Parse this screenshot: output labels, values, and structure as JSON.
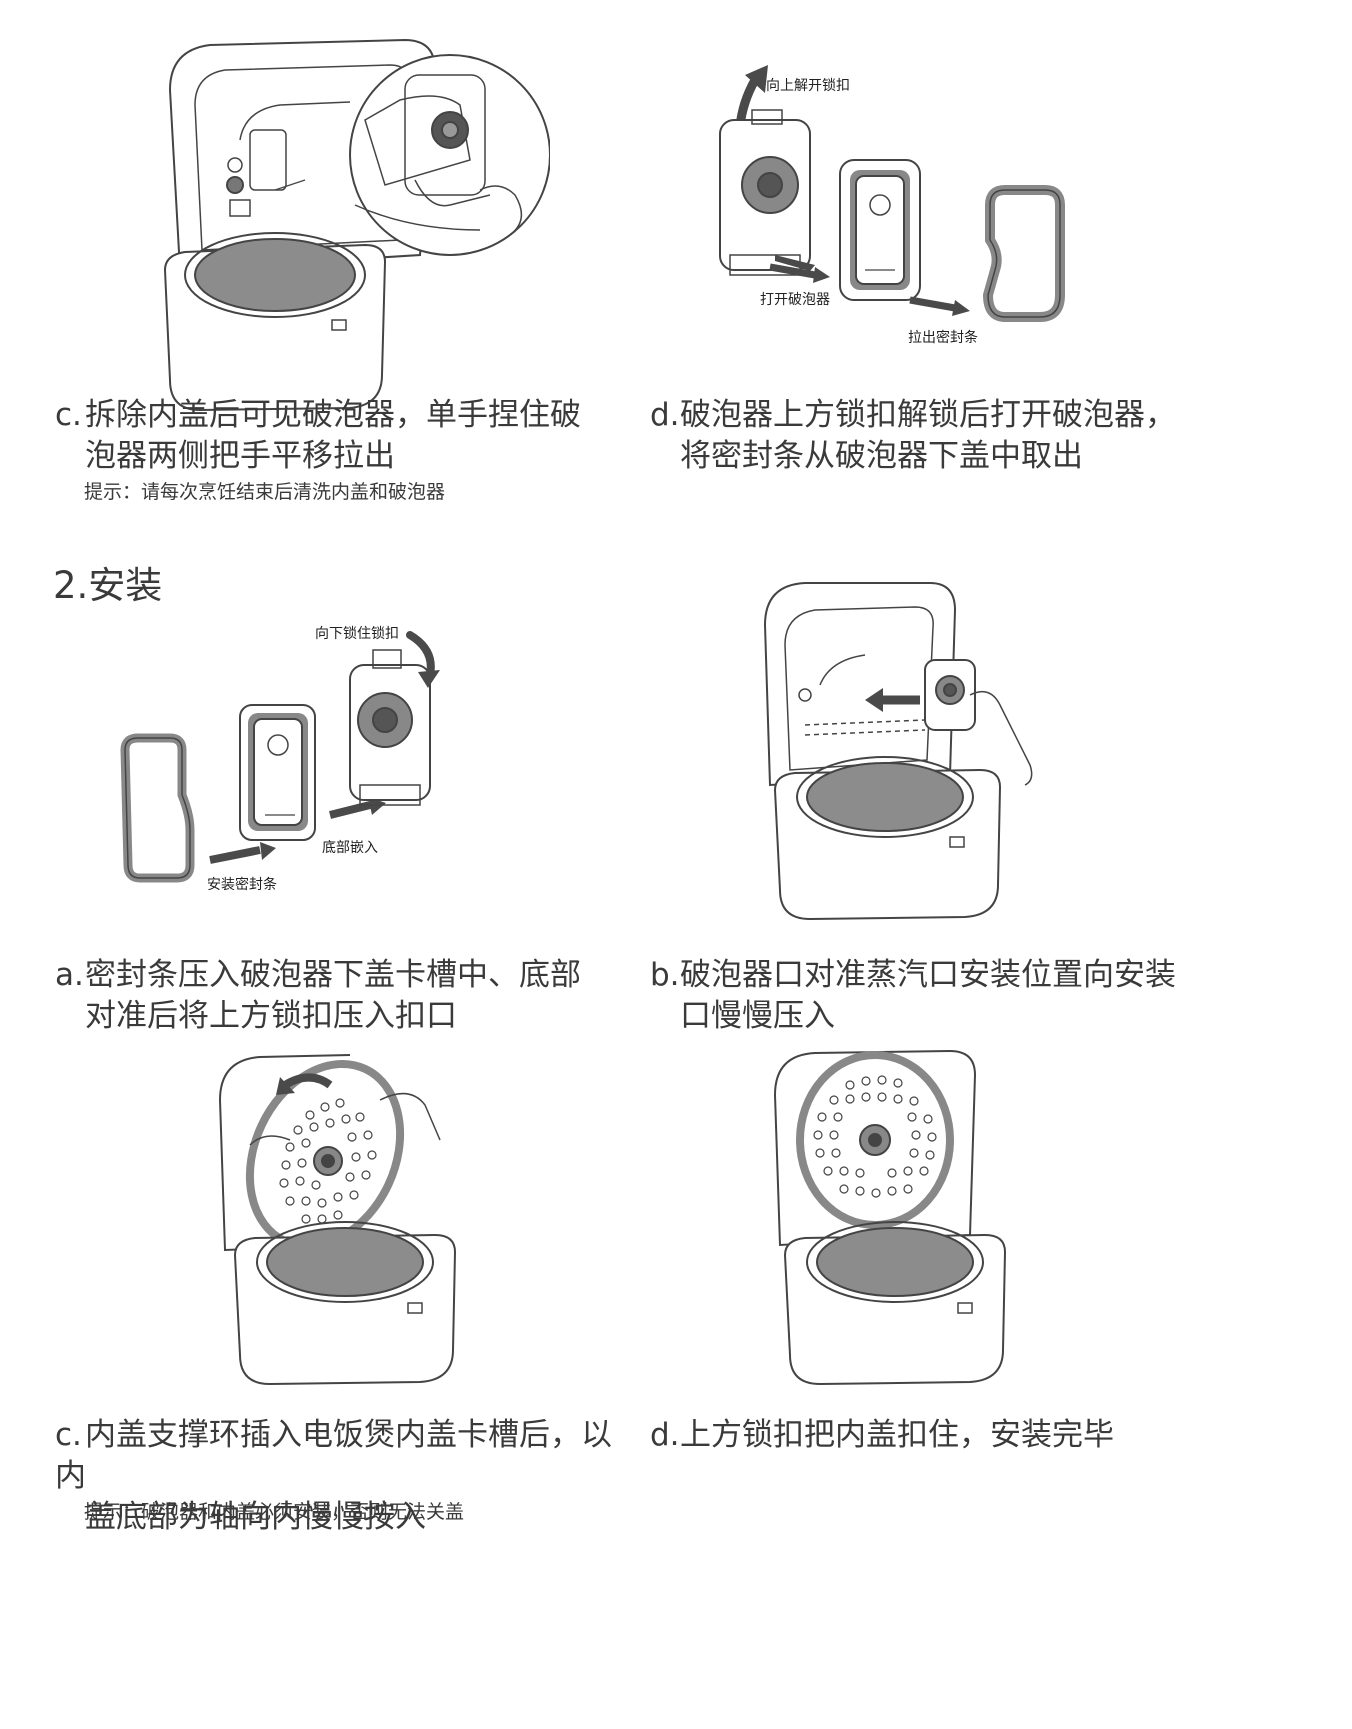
{
  "removal": {
    "c": {
      "letter": "c.",
      "line1": "拆除内盖后可见破泡器，单手捏住破",
      "line2": "泡器两侧把手平移拉出",
      "tip": "提示：请每次烹饪结束后清洗内盖和破泡器"
    },
    "d": {
      "letter": "d.",
      "line1": "破泡器上方锁扣解锁后打开破泡器，",
      "line2": "将密封条从破泡器下盖中取出",
      "callout_unlock": "向上解开锁扣",
      "callout_open": "打开破泡器",
      "callout_seal": "拉出密封条"
    }
  },
  "install": {
    "heading": "2.安装",
    "a": {
      "letter": "a.",
      "line1": "密封条压入破泡器下盖卡槽中、底部",
      "line2": "对准后将上方锁扣压入扣口",
      "callout_lock": "向下锁住锁扣",
      "callout_embed": "底部嵌入",
      "callout_seal": "安装密封条"
    },
    "b": {
      "letter": "b.",
      "line1": "破泡器口对准蒸汽口安装位置向安装",
      "line2": "口慢慢压入"
    },
    "c": {
      "letter": "c.",
      "line1": "内盖支撑环插入电饭煲内盖卡槽后，以内",
      "line2": "盖底部为轴向内慢慢按入",
      "tip": "提示：破泡器和内盖必须安装，否则无法关盖"
    },
    "d": {
      "letter": "d.",
      "line1": "上方锁扣把内盖扣住，安装完毕"
    }
  },
  "colors": {
    "text": "#3a3a3a",
    "line_art": "#444444",
    "gray_fill": "#8c8c8c",
    "arrow": "#4a4a4a"
  }
}
